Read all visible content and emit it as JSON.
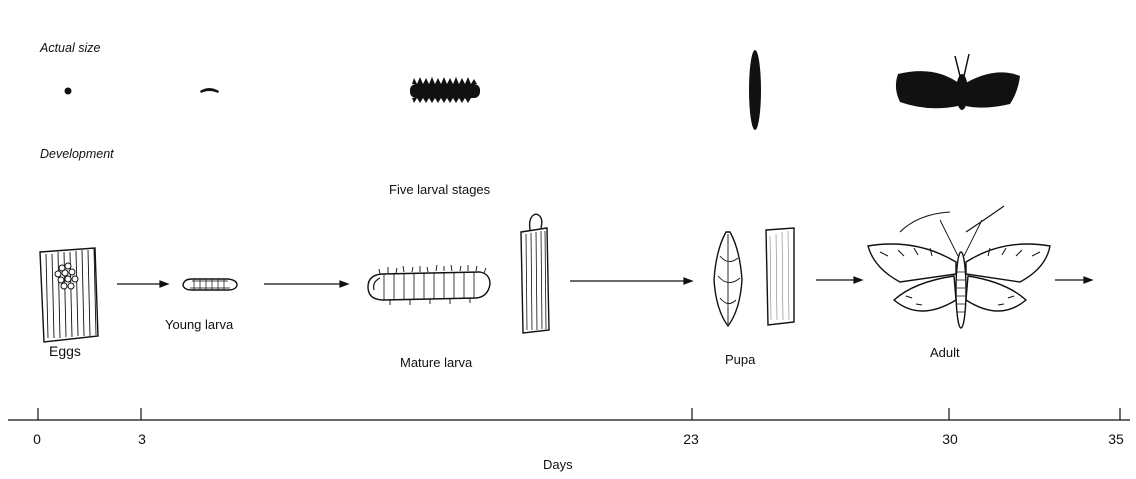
{
  "sections": {
    "actual_size": "Actual size",
    "development": "Development"
  },
  "group_label": "Five larval stages",
  "stages": {
    "eggs": "Eggs",
    "young_larva": "Young larva",
    "mature_larva": "Mature larva",
    "pupa": "Pupa",
    "adult": "Adult"
  },
  "axis": {
    "label": "Days",
    "ticks": [
      "0",
      "3",
      "23",
      "30",
      "35"
    ]
  },
  "colors": {
    "ink": "#111111",
    "background": "#ffffff"
  }
}
